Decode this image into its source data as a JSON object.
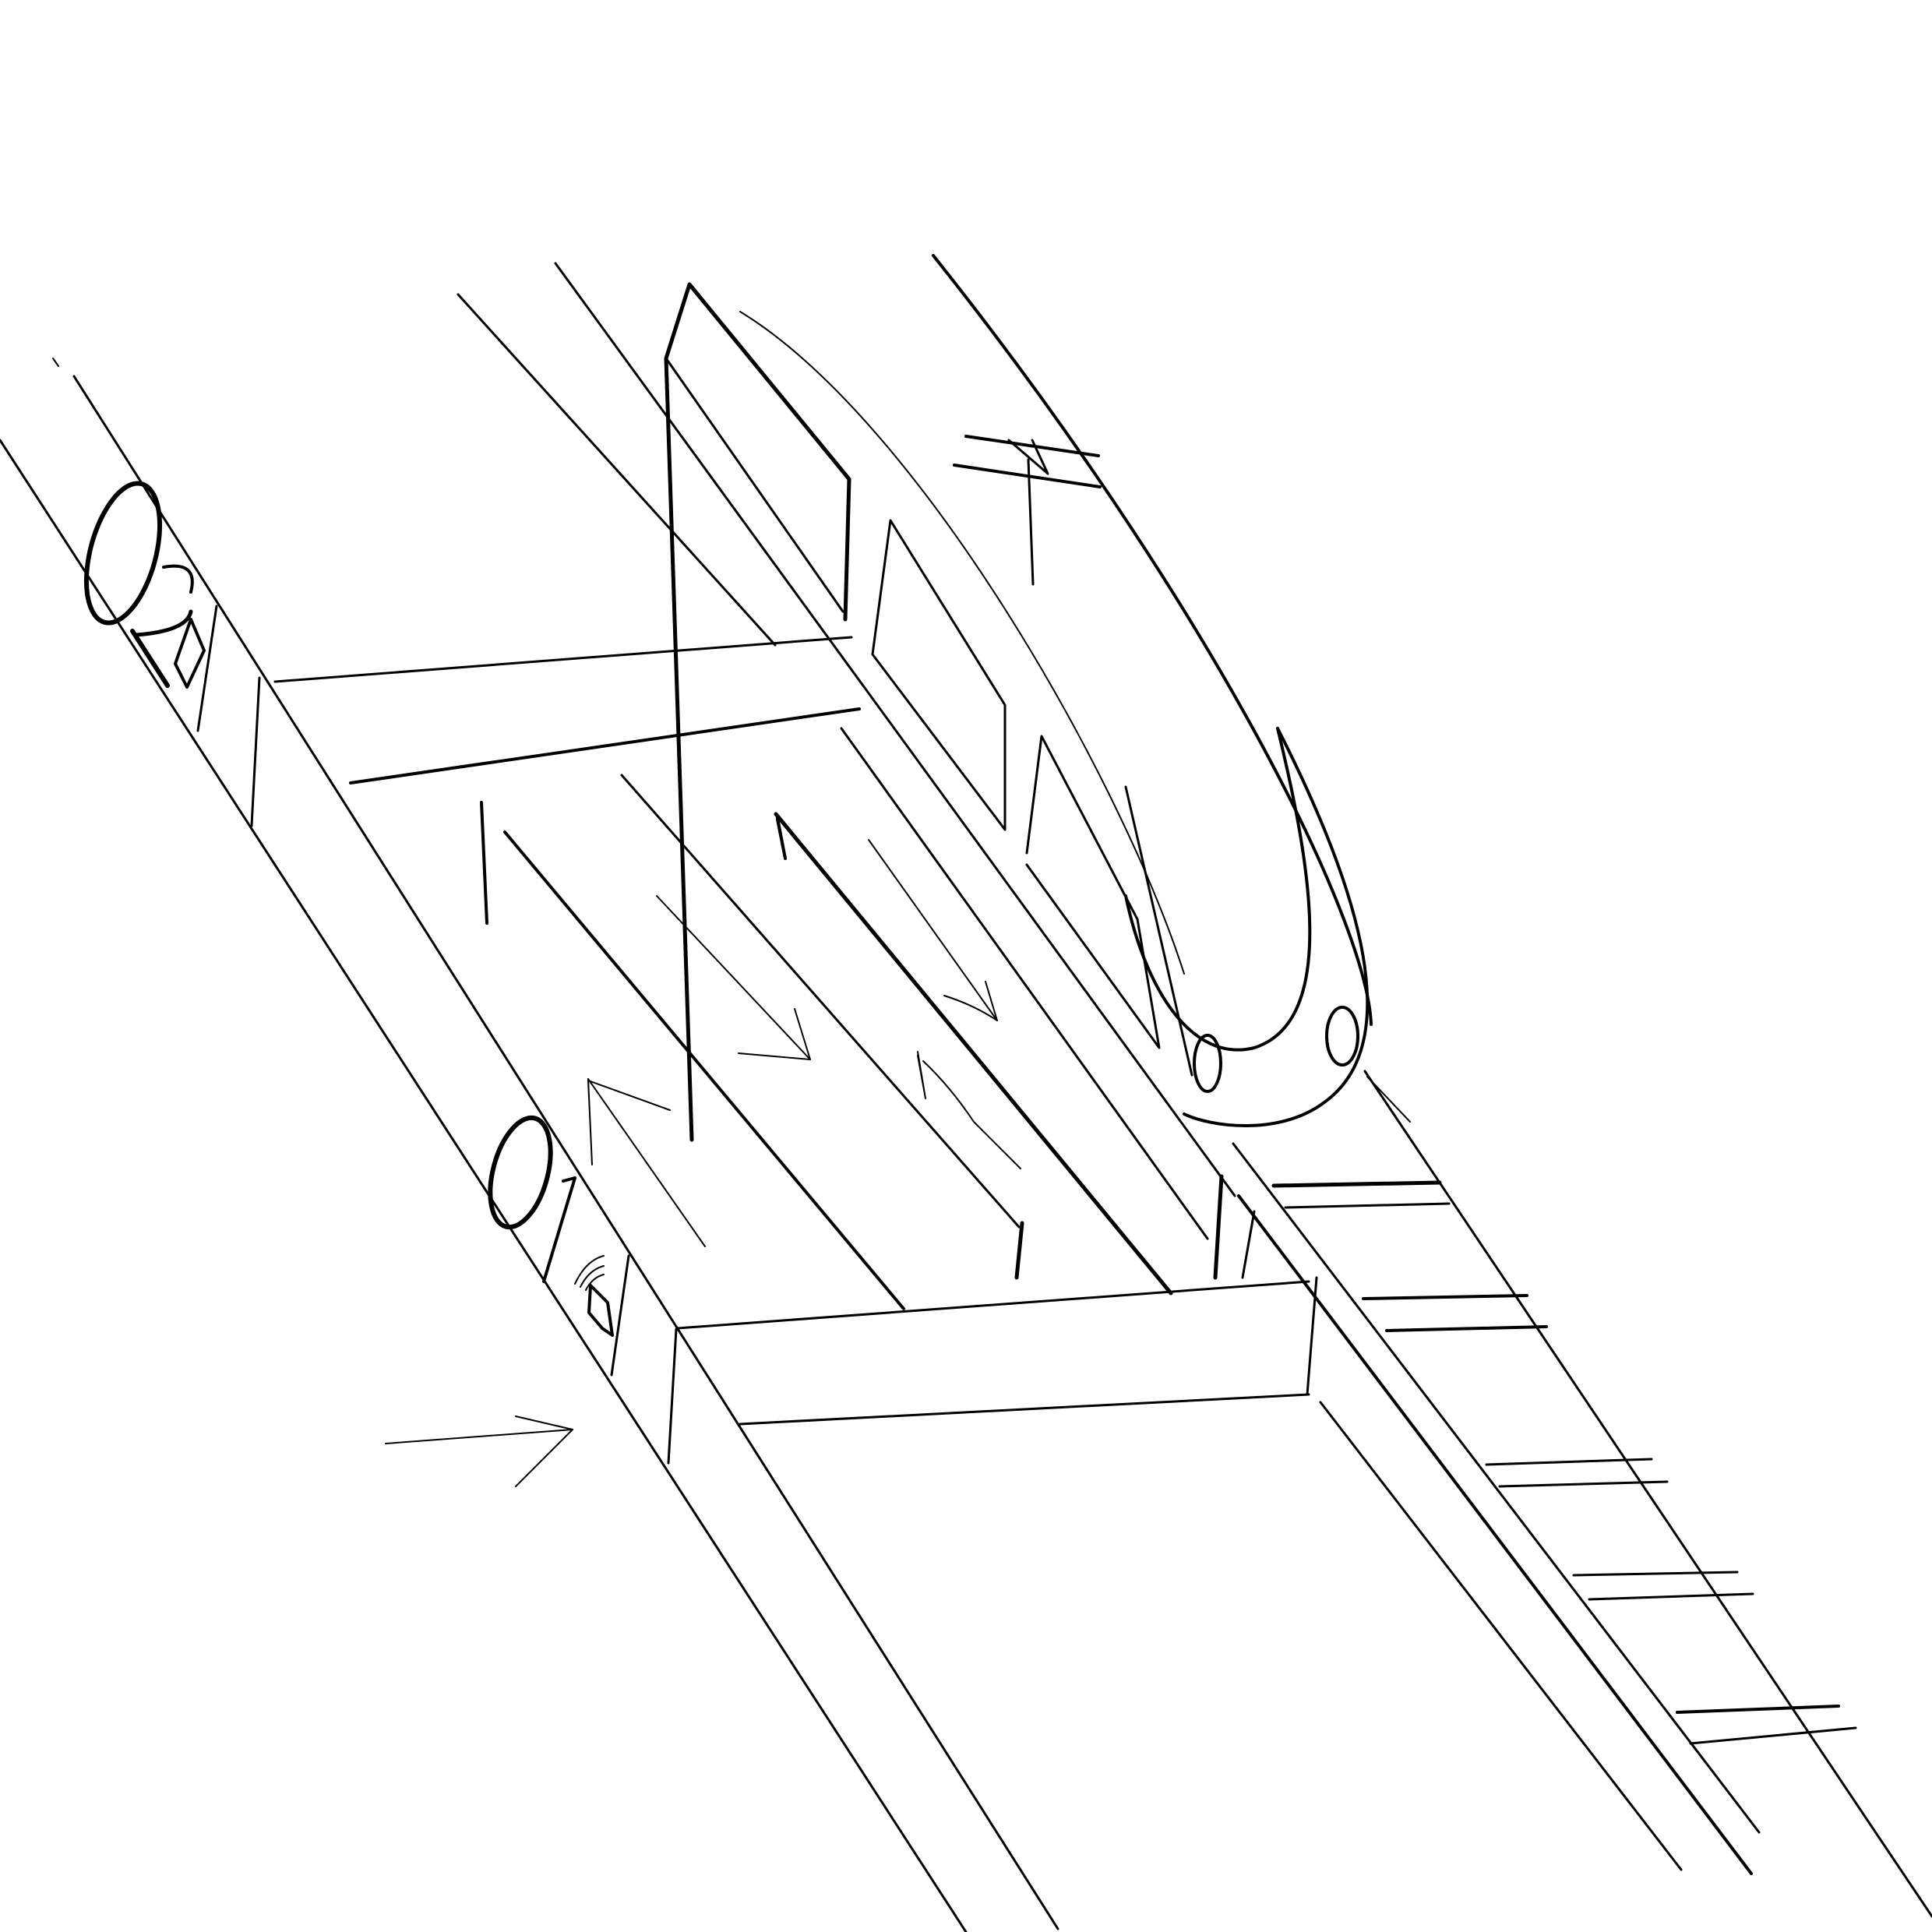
{
  "diagram": {
    "colors": {
      "stroke": "#000000",
      "background": "#ffffff"
    },
    "elements": [
      {
        "id": "walkway-left",
        "kind": "walkway"
      },
      {
        "id": "platform-gate",
        "kind": "gate"
      },
      {
        "id": "track",
        "kind": "rail-track"
      },
      {
        "id": "train-front",
        "kind": "train"
      },
      {
        "id": "flow-arrows",
        "kind": "direction-arrows"
      },
      {
        "id": "entry-arrow",
        "kind": "arrow"
      },
      {
        "id": "sensor-unit",
        "kind": "sensor"
      }
    ]
  }
}
